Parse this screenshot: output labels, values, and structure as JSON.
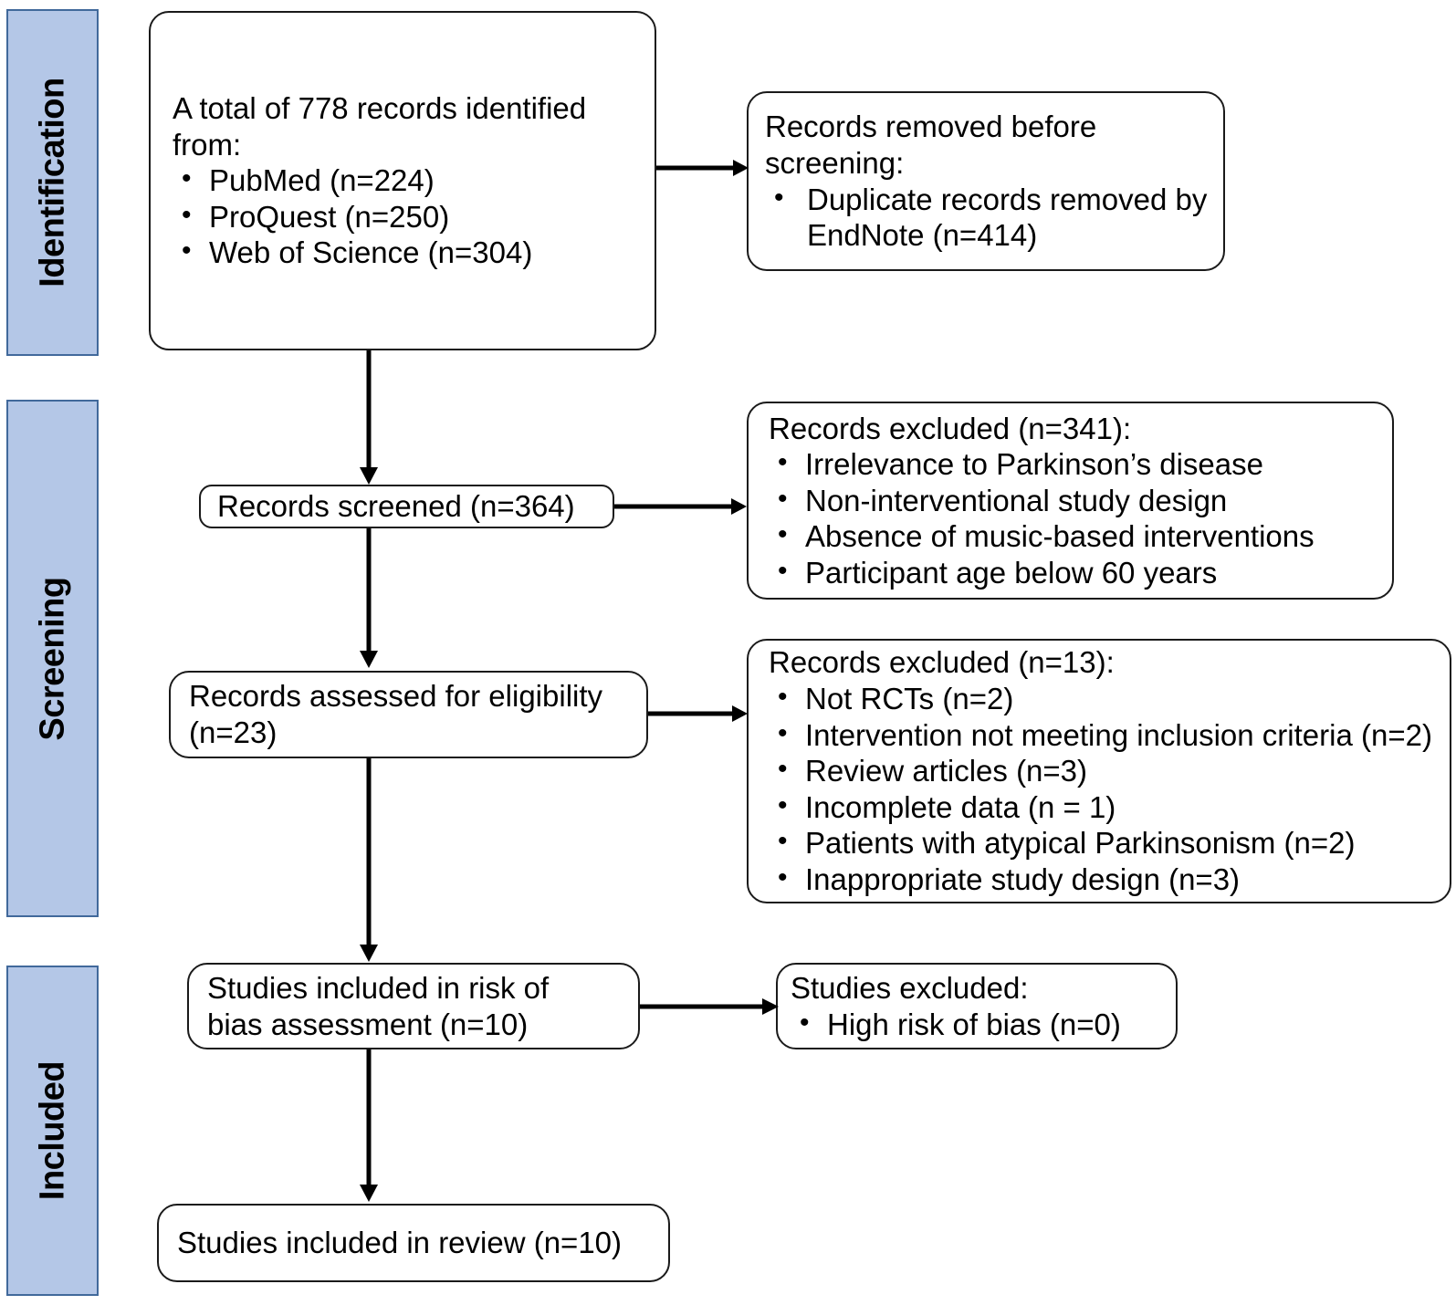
{
  "diagram": {
    "title": "PRISMA flow diagram",
    "colors": {
      "stage_bar_fill": "#b4c7e7",
      "stage_bar_border": "#41699b",
      "box_border": "#1a1a1a",
      "box_fill": "#ffffff",
      "text": "#000000"
    },
    "stages": [
      {
        "label": "Identification"
      },
      {
        "label": "Screening"
      },
      {
        "label": "Included"
      }
    ],
    "nodes": {
      "identified": {
        "heading_line1": "A total of 778 records identified",
        "heading_line2": "from:",
        "bullets": [
          "PubMed (n=224)",
          "ProQuest (n=250)",
          "Web of Science (n=304)"
        ]
      },
      "removed_before_screening": {
        "heading_line1": "Records removed before",
        "heading_line2": "screening:",
        "bullets": [
          "Duplicate records removed by EndNote (n=414)"
        ]
      },
      "records_screened": {
        "text": "Records screened (n=364)"
      },
      "records_excluded_341": {
        "heading": "Records excluded (n=341):",
        "bullets": [
          "Irrelevance to Parkinson’s disease",
          "Non-interventional study design",
          "Absence of music-based interventions",
          "Participant age below 60 years"
        ]
      },
      "assessed_eligibility": {
        "line1": "Records assessed for eligibility",
        "line2": "(n=23)"
      },
      "records_excluded_13": {
        "heading": "Records excluded (n=13):",
        "bullets": [
          "Not RCTs (n=2)",
          "Intervention not meeting inclusion criteria (n=2)",
          "Review articles (n=3)",
          "Incomplete data (n = 1)",
          "Patients with atypical Parkinsonism (n=2)",
          "Inappropriate study design (n=3)"
        ]
      },
      "risk_of_bias": {
        "line1": "Studies included in risk of",
        "line2": "bias assessment (n=10)"
      },
      "studies_excluded": {
        "heading": "Studies excluded:",
        "bullets": [
          "High risk of bias (n=0)"
        ]
      },
      "included_in_review": {
        "text": "Studies included in review (n=10)"
      }
    }
  }
}
